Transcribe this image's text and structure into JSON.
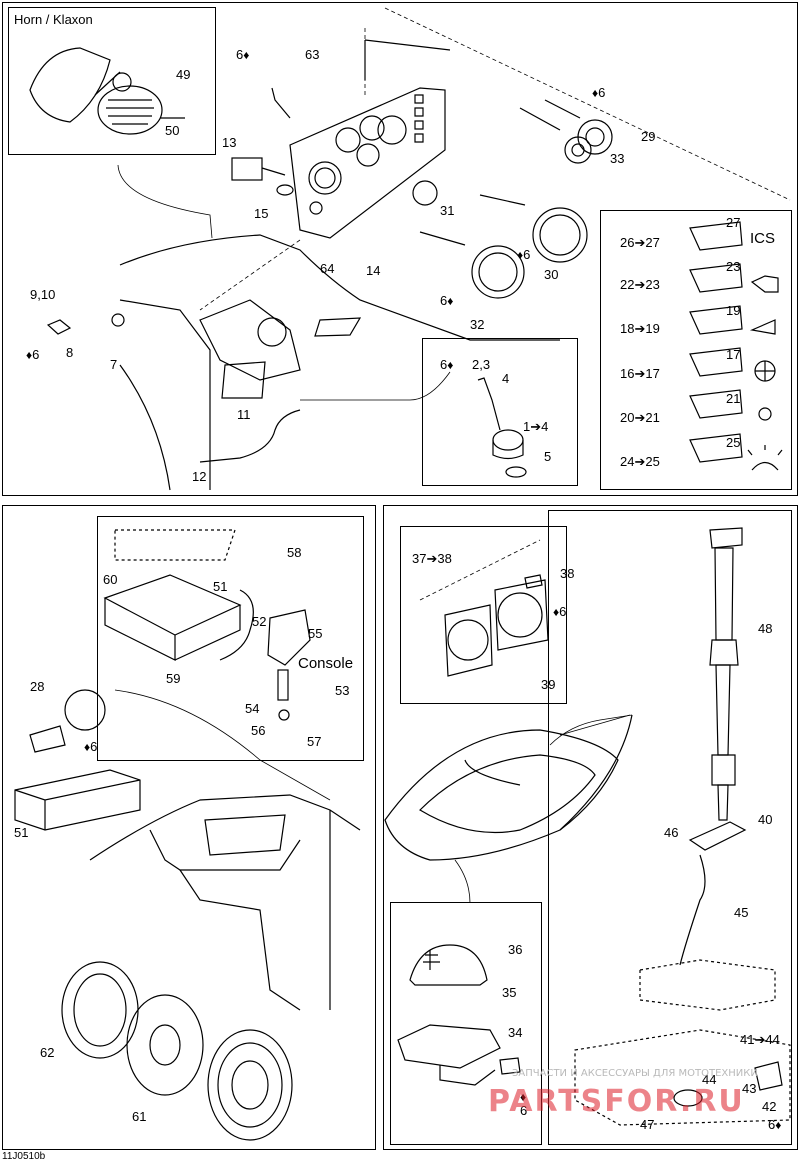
{
  "figure_code": "11J0510b",
  "horn_box_title": "Horn  / Klaxon",
  "console_label": "Console",
  "drop_symbol": "♦",
  "icon_labels": {
    "ics": "ICS"
  },
  "callouts": {
    "c6a": "6",
    "c63": "63",
    "c49": "49",
    "c50": "50",
    "c13": "13",
    "c15": "15",
    "c31": "31",
    "c64": "64",
    "c14": "14",
    "c6b": "6",
    "c29": "29",
    "c33": "33",
    "c6c": "6",
    "c30": "30",
    "c6d": "6",
    "c32": "32",
    "c9_10": "9,10",
    "c8": "8",
    "c6e": "6",
    "c7": "7",
    "c11": "11",
    "c12": "12",
    "c6f": "6",
    "c2_3": "2,3",
    "c4": "4",
    "c1_4": "1➔4",
    "c5": "5",
    "c26_27": "26➔27",
    "c27": "27",
    "c22_23": "22➔23",
    "c23": "23",
    "c18_19": "18➔19",
    "c19": "19",
    "c16_17": "16➔17",
    "c17": "17",
    "c20_21": "20➔21",
    "c21": "21",
    "c24_25": "24➔25",
    "c25": "25",
    "c58": "58",
    "c60": "60",
    "c51a": "51",
    "c52": "52",
    "c55": "55",
    "c59": "59",
    "c53": "53",
    "c54": "54",
    "c56": "56",
    "c57": "57",
    "c28": "28",
    "c6g": "6",
    "c51b": "51",
    "c62": "62",
    "c61": "61",
    "c37_38": "37➔38",
    "c38": "38",
    "c6h": "6",
    "c39": "39",
    "c36": "36",
    "c35": "35",
    "c34": "34",
    "c6i": "6",
    "c48": "48",
    "c46": "46",
    "c40": "40",
    "c45": "45",
    "c41_44": "41➔44",
    "c44": "44",
    "c43": "43",
    "c42": "42",
    "c47": "47",
    "c6j": "6"
  },
  "watermark": {
    "line1": "ЗАПЧАСТИ И АКСЕССУАРЫ ДЛЯ МОТОТЕХНИКИ",
    "line2": "PARTSFOR.RU"
  }
}
